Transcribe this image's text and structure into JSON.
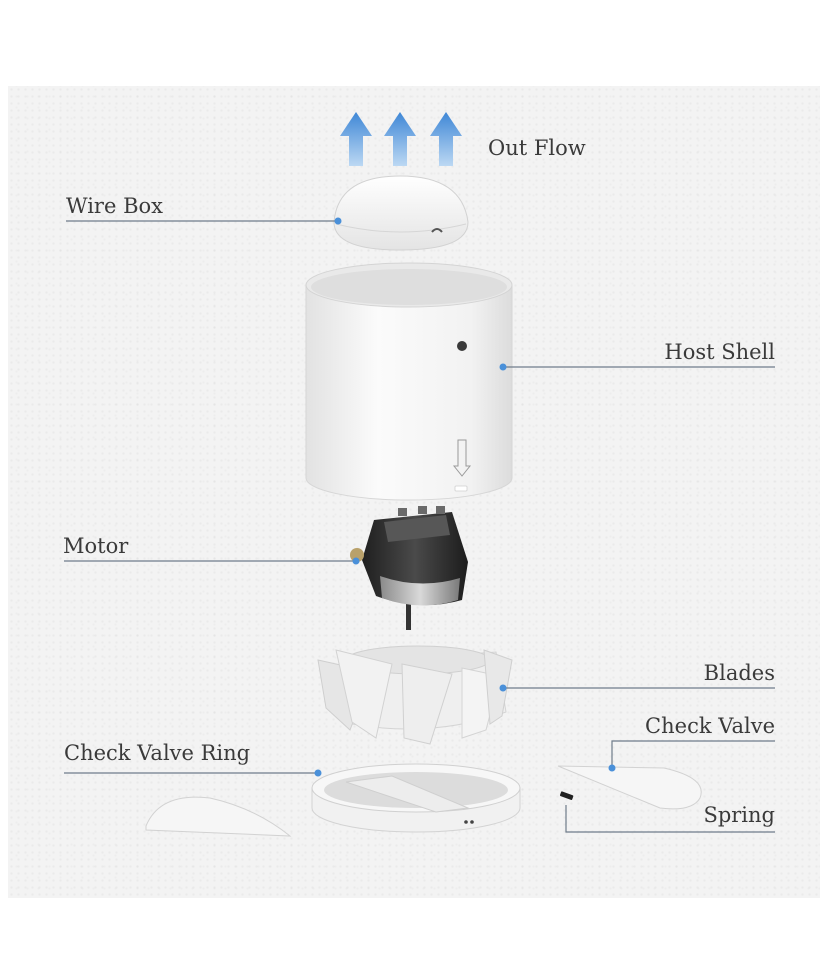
{
  "labels": {
    "out_flow": "Out Flow",
    "wire_box": "Wire Box",
    "host_shell": "Host Shell",
    "motor": "Motor",
    "blades": "Blades",
    "check_valve": "Check Valve",
    "check_valve_ring": "Check Valve Ring",
    "spring": "Spring"
  },
  "colors": {
    "arrow": "#4a90d9",
    "leader_line": "#6f7c8a",
    "leader_dot": "#4a90d9",
    "part_white": "#f6f6f6",
    "motor_body": "#2b2b2b"
  }
}
